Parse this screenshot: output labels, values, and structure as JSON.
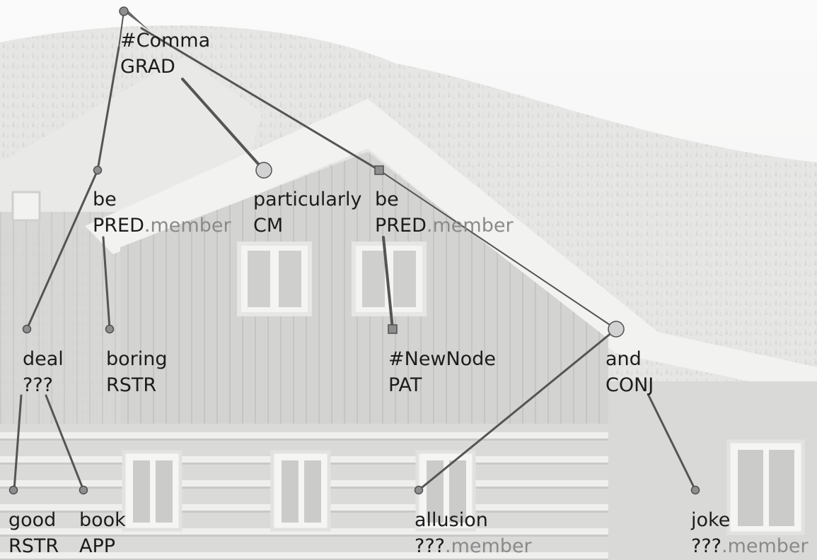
{
  "tree": {
    "nodes": [
      {
        "id": "root",
        "shape": "small-circle",
        "word": "",
        "role": "",
        "suffix": ""
      },
      {
        "id": "comma",
        "shape": "none",
        "word": "#Comma",
        "role": "GRAD",
        "suffix": ""
      },
      {
        "id": "be1",
        "shape": "small-circle",
        "word": "be",
        "role": "PRED",
        "suffix": ".member"
      },
      {
        "id": "particularly",
        "shape": "large-circle",
        "word": "particularly",
        "role": "CM",
        "suffix": ""
      },
      {
        "id": "be2",
        "shape": "square",
        "word": "be",
        "role": "PRED",
        "suffix": ".member"
      },
      {
        "id": "deal",
        "shape": "small-circle",
        "word": "deal",
        "role": "???",
        "suffix": ""
      },
      {
        "id": "boring",
        "shape": "small-circle",
        "word": "boring",
        "role": "RSTR",
        "suffix": ""
      },
      {
        "id": "newnode",
        "shape": "square",
        "word": "#NewNode",
        "role": "PAT",
        "suffix": ""
      },
      {
        "id": "and",
        "shape": "large-circle",
        "word": "and",
        "role": "CONJ",
        "suffix": ""
      },
      {
        "id": "good",
        "shape": "small-circle",
        "word": "good",
        "role": "RSTR",
        "suffix": ""
      },
      {
        "id": "book",
        "shape": "small-circle",
        "word": "book",
        "role": "APP",
        "suffix": ""
      },
      {
        "id": "allusion",
        "shape": "small-circle",
        "word": "allusion",
        "role": "???",
        "suffix": ".member"
      },
      {
        "id": "joke",
        "shape": "small-circle",
        "word": "joke",
        "role": "???",
        "suffix": ".member"
      }
    ],
    "edges": [
      {
        "from": "root",
        "to": "comma"
      },
      {
        "from": "comma",
        "to": "be1"
      },
      {
        "from": "comma",
        "to": "particularly"
      },
      {
        "from": "comma",
        "to": "be2"
      },
      {
        "from": "be1",
        "to": "deal"
      },
      {
        "from": "be1",
        "to": "boring"
      },
      {
        "from": "be2",
        "to": "newnode"
      },
      {
        "from": "be2",
        "to": "and"
      },
      {
        "from": "deal",
        "to": "good"
      },
      {
        "from": "deal",
        "to": "book"
      },
      {
        "from": "and",
        "to": "allusion"
      },
      {
        "from": "and",
        "to": "joke"
      }
    ]
  }
}
